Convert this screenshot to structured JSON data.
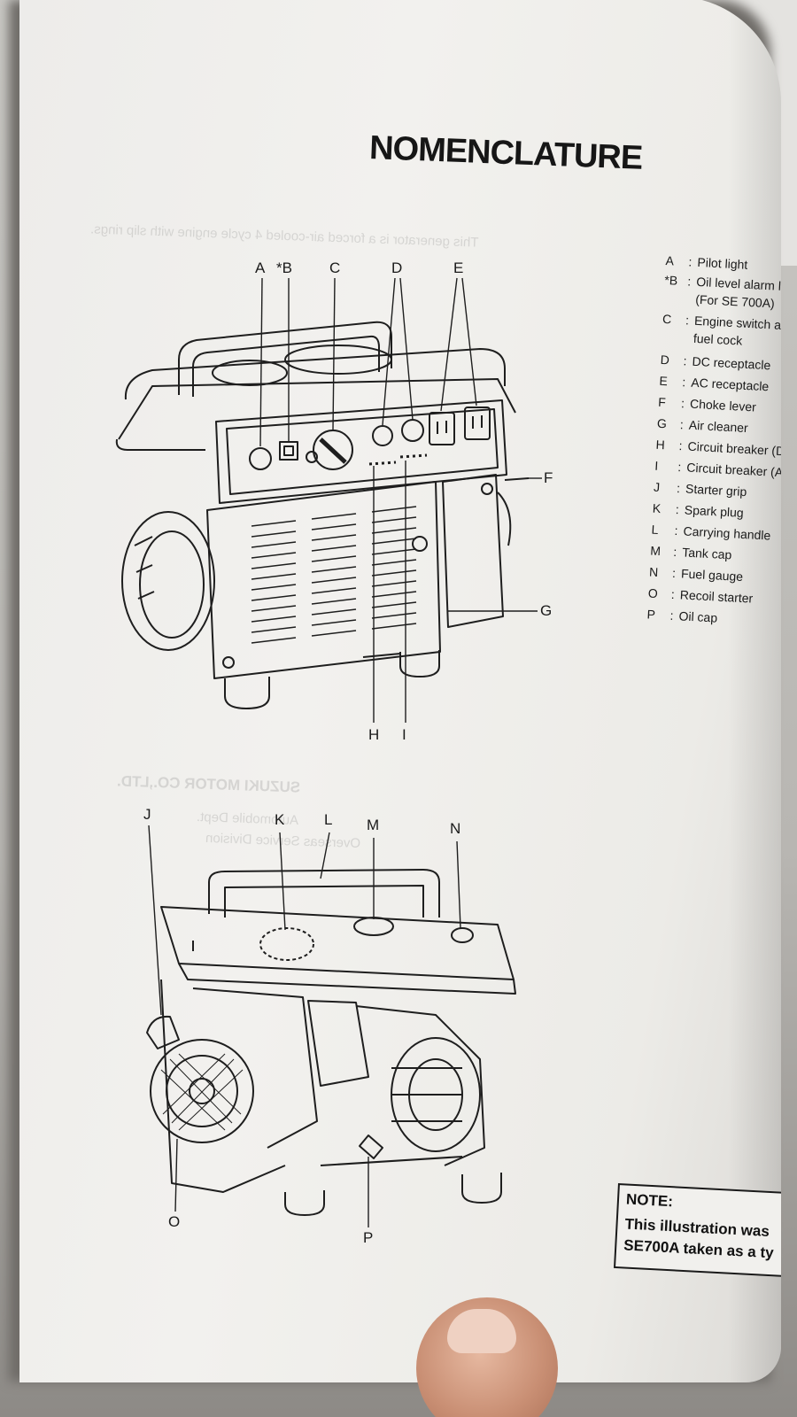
{
  "page": {
    "title": "NOMENCLATURE",
    "legend": [
      {
        "key": "A",
        "desc": "Pilot light"
      },
      {
        "key": "*B",
        "desc": "Oil level alarm lamp"
      },
      {
        "key": "",
        "desc": "(For SE 700A)"
      },
      {
        "key": "C",
        "desc": "Engine switch and"
      },
      {
        "key": "",
        "desc": "fuel cock"
      },
      {
        "key": "D",
        "desc": "DC receptacle"
      },
      {
        "key": "E",
        "desc": "AC receptacle"
      },
      {
        "key": "F",
        "desc": "Choke lever"
      },
      {
        "key": "G",
        "desc": "Air cleaner"
      },
      {
        "key": "H",
        "desc": "Circuit breaker (DC)"
      },
      {
        "key": "I",
        "desc": "Circuit breaker (AC)"
      },
      {
        "key": "J",
        "desc": "Starter grip"
      },
      {
        "key": "K",
        "desc": "Spark plug"
      },
      {
        "key": "L",
        "desc": "Carrying handle"
      },
      {
        "key": "M",
        "desc": "Tank cap"
      },
      {
        "key": "N",
        "desc": "Fuel gauge"
      },
      {
        "key": "O",
        "desc": "Recoil starter"
      },
      {
        "key": "P",
        "desc": "Oil cap"
      }
    ],
    "legend_separator": ":",
    "callouts": {
      "A": "A",
      "B": "*B",
      "C": "C",
      "D": "D",
      "E": "E",
      "F": "F",
      "G": "G",
      "H": "H",
      "I": "I",
      "J": "J",
      "K": "K",
      "L": "L",
      "M": "M",
      "N": "N",
      "O": "O",
      "P": "P"
    },
    "note": {
      "title": "NOTE:",
      "line1": "This illustration was",
      "line2": "SE700A taken as a ty"
    },
    "show_through_text": {
      "line1": "This generator is a forced air-cooled 4 cycle engine with slip rings.",
      "line2": "SUZUKI MOTOR CO.,LTD.",
      "line3": "Automobile Dept.",
      "line4": "Overseas Service Division"
    }
  }
}
